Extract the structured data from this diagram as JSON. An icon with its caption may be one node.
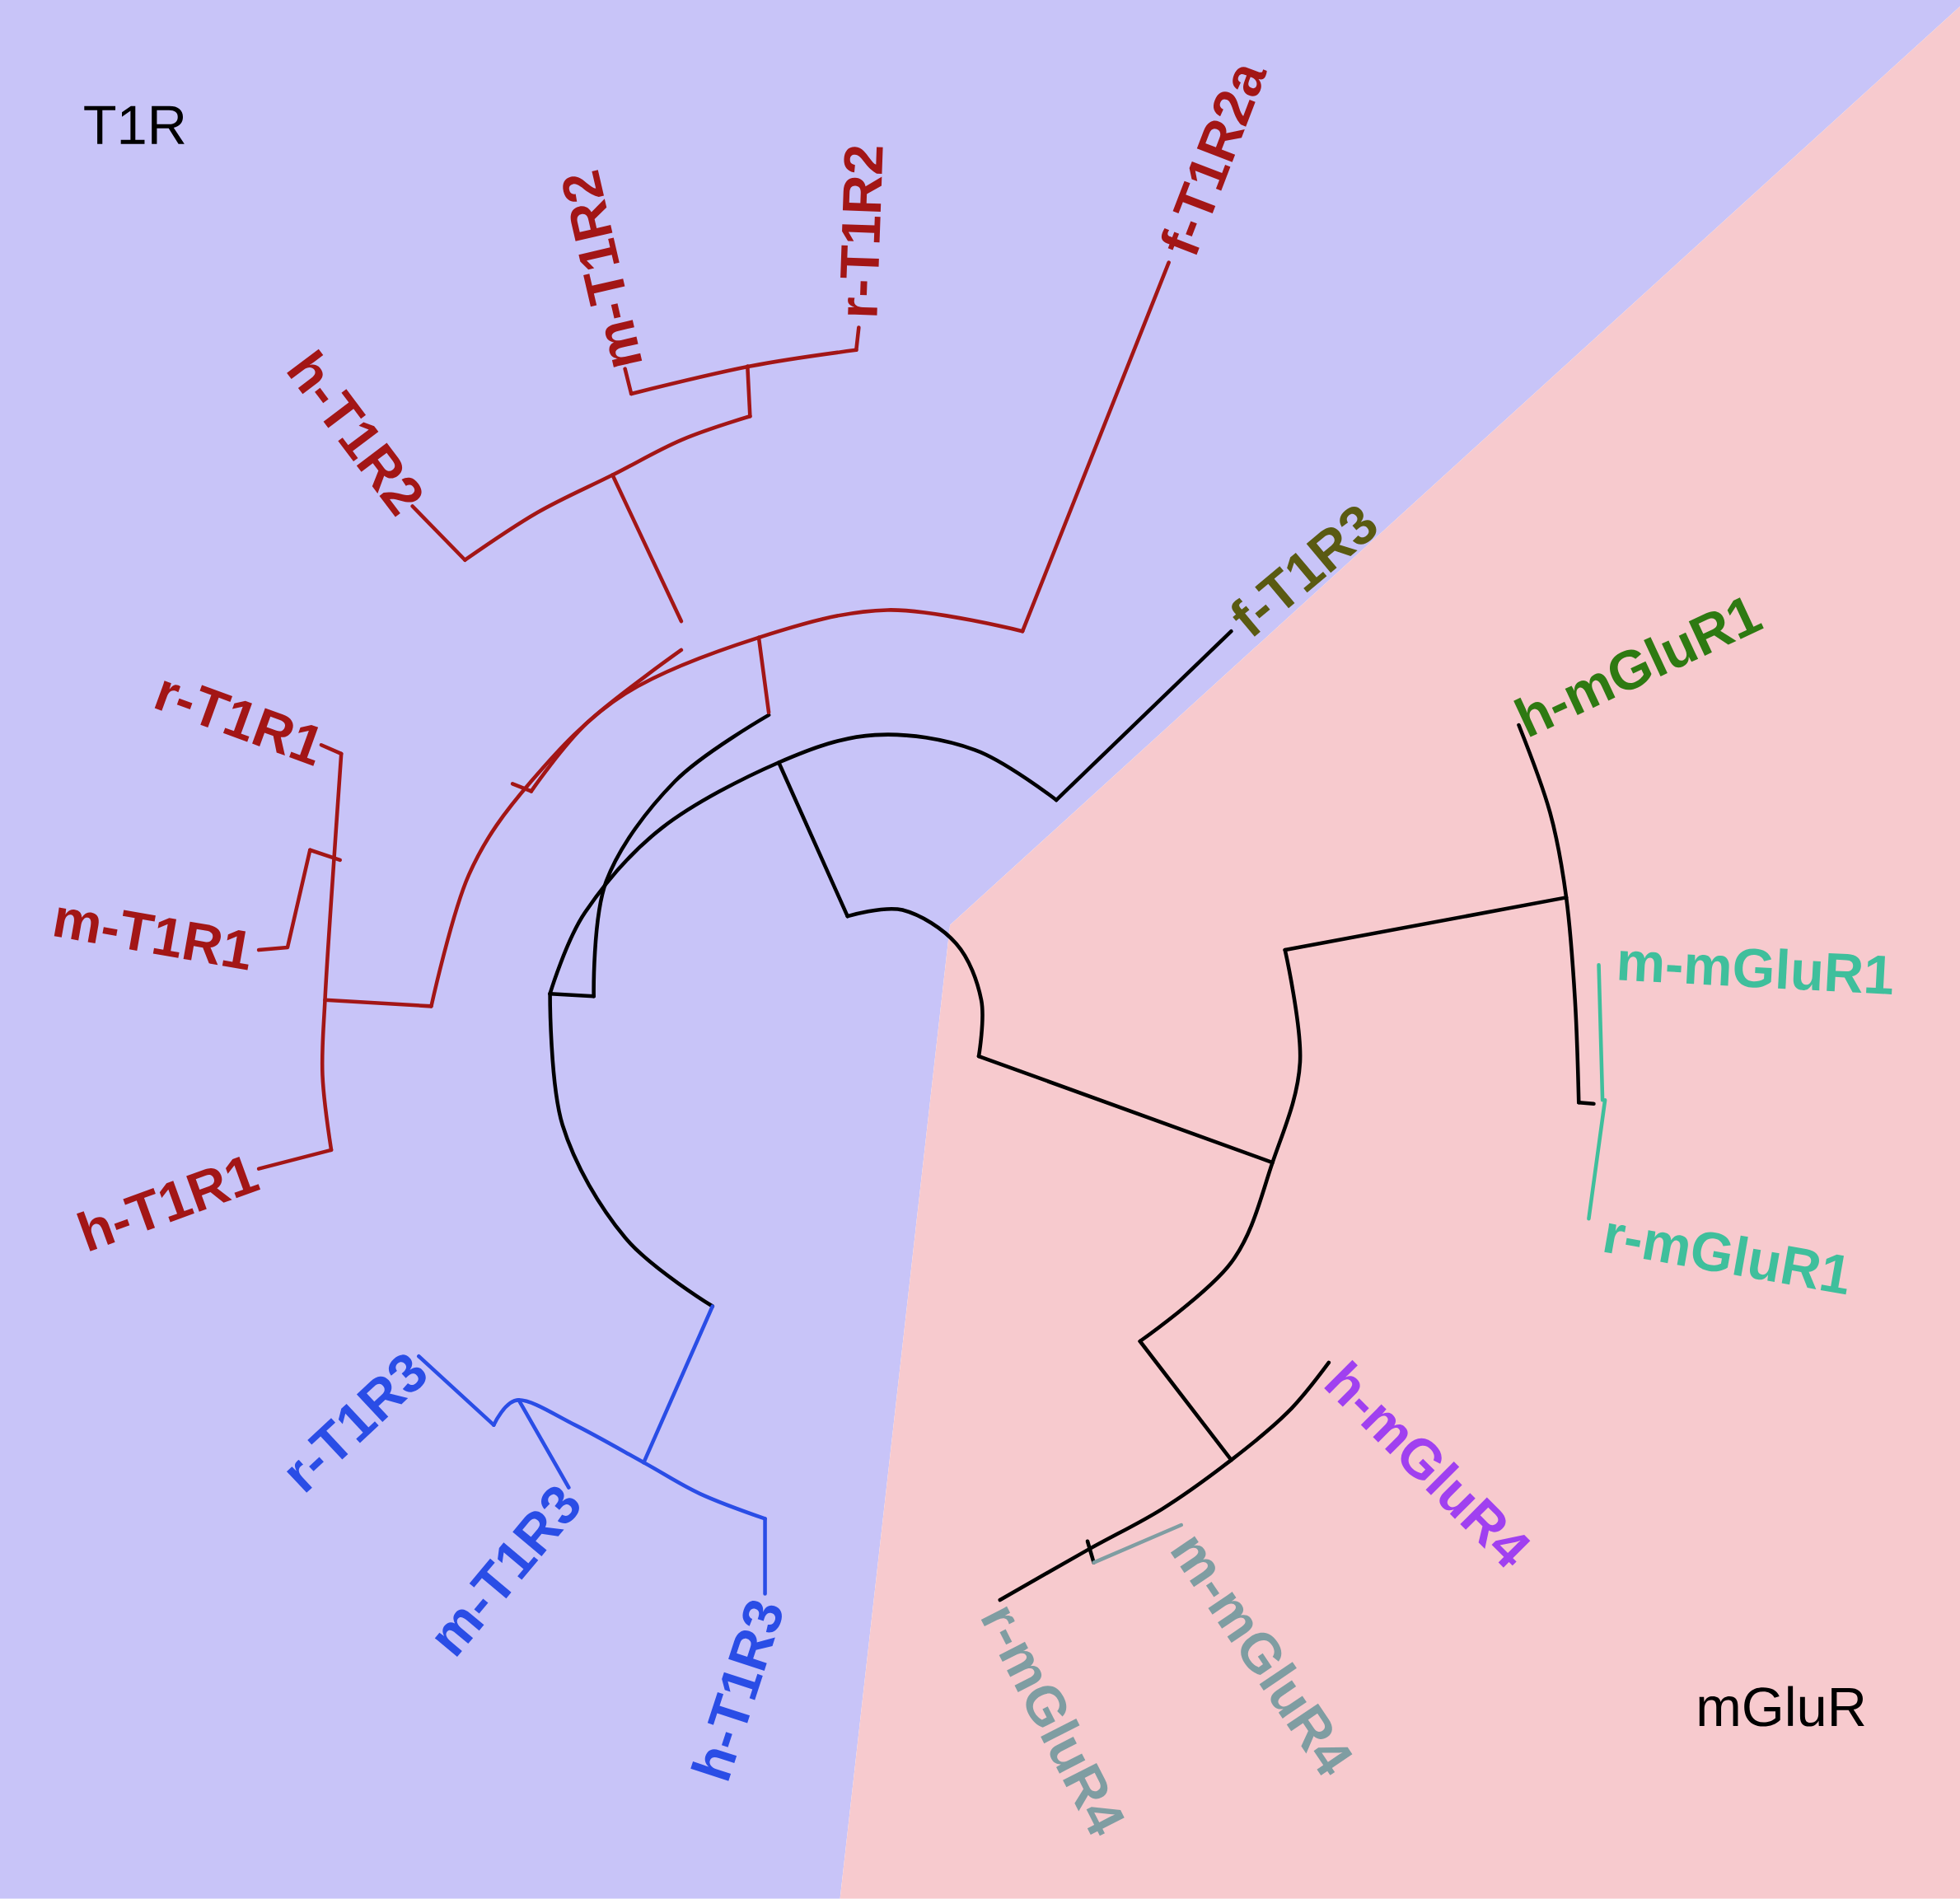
{
  "diagram": {
    "nodes": [
      {
        "text": [
          "T1R"
        ]
      },
      {
        "text": [
          "mGluR"
        ]
      }
    ],
    "labels": [
      "f-T1R2a",
      "r-T1R2",
      "m-T1R2",
      "h-T1R2",
      "r-T1R1",
      "m-T1R1",
      "h-T1R1",
      "r-T1R3",
      "m-T1R3",
      "h-T1R3",
      "f-T1R3",
      "h-mGluR1",
      "m-mGluR1",
      "r-mGluR1",
      "h-mGluR4",
      "m-mGluR4",
      "r-mGluR4"
    ]
  }
}
